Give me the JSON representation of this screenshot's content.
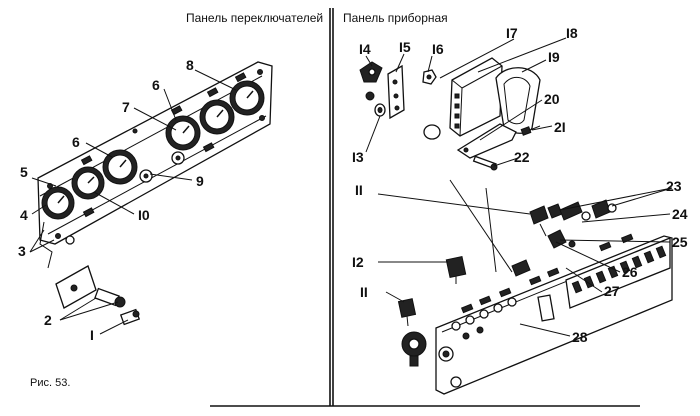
{
  "titles": {
    "left": "Панель переключателей",
    "right": "Панель приборная"
  },
  "caption": "Рис. 53.",
  "callouts": {
    "c1": "I",
    "c2": "2",
    "c3": "3",
    "c4": "4",
    "c5": "5",
    "c6a": "6",
    "c6b": "6",
    "c7": "7",
    "c8": "8",
    "c9": "9",
    "c10": "I0",
    "c11a": "II",
    "c11b": "II",
    "c12": "I2",
    "c13": "I3",
    "c14": "I4",
    "c15": "I5",
    "c16": "I6",
    "c17": "I7",
    "c18": "I8",
    "c19": "I9",
    "c20": "20",
    "c21": "2I",
    "c22": "22",
    "c23": "23",
    "c24": "24",
    "c25": "25",
    "c26": "26",
    "c27": "27",
    "c28": "28"
  }
}
